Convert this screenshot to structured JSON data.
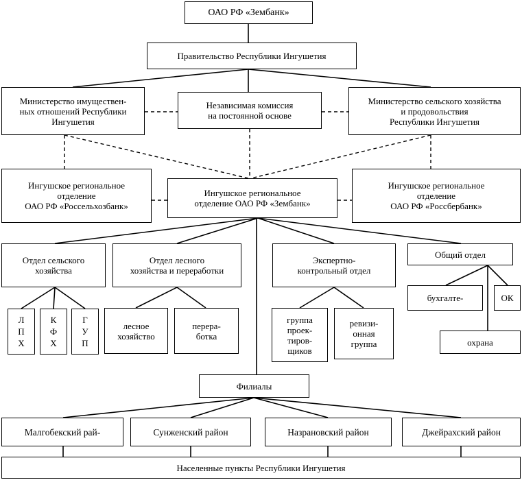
{
  "nodes": {
    "zembank": "ОАО РФ «Зембанк»",
    "government": "Правительство Республики Ингушетия",
    "ministry_property": "Министерство имуществен-\nных отношений Республики\nИнгушетия",
    "commission": "Независимая комиссия\nна постоянной основе",
    "ministry_agri": "Министерство сельского хозяйства\nи продовольствия\nРеспублики Ингушетия",
    "rosselkhoz": "Ингушское региональное\nотделение\nОАО РФ «Россельхозбанк»",
    "regional_zembank": "Ингушское региональное\nотделение ОАО РФ «Зембанк»",
    "rossber": "Ингушское региональное\nотделение\nОАО РФ «Россбербанк»",
    "dept_agri": "Отдел сельского\nхозяйства",
    "dept_forest": "Отдел лесного\nхозяйства и переработки",
    "dept_expert": "Экспертно-\nконтрольный отдел",
    "dept_general": "Общий отдел",
    "lph": "Л\nП\nХ",
    "kfh": "К\nФ\nХ",
    "gup": "Г\nУ\nП",
    "forestry": "лесное\nхозяйство",
    "processing": "перера-\nботка",
    "design_group": "группа\nпроек-\nтиров-\nщиков",
    "audit_group": "ревизи-\nонная\nгруппа",
    "accounting": "бухгалте-",
    "ok": "ОК",
    "security": "охрана",
    "branches": "Филиалы",
    "malgobek": "Малгобекский рай-",
    "sunzha": "Сунженский район",
    "nazran": "Назрановский район",
    "dzheirakh": "Джейрахский район",
    "settlements": "Населенные пункты Республики Ингушетия"
  }
}
